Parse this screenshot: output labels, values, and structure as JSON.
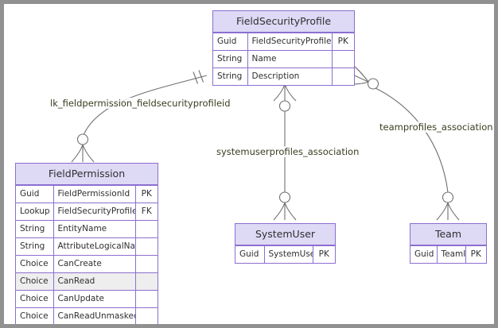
{
  "diagram": {
    "type": "entity-relationship-diagram",
    "background": "#ffffff",
    "frame_color": "#919191",
    "entity_border_color": "#8b6fd0",
    "entity_header_color": "#ded9f4",
    "connector_color": "#70706f",
    "label_color": "#3b3b20"
  },
  "entities": [
    {
      "id": "fieldsecurityprofile",
      "title": "FieldSecurityProfile",
      "attributes": [
        {
          "type": "Guid",
          "name": "FieldSecurityProfileId",
          "key": "PK"
        },
        {
          "type": "String",
          "name": "Name",
          "key": ""
        },
        {
          "type": "String",
          "name": "Description",
          "key": ""
        }
      ]
    },
    {
      "id": "fieldpermission",
      "title": "FieldPermission",
      "attributes": [
        {
          "type": "Guid",
          "name": "FieldPermissionId",
          "key": "PK"
        },
        {
          "type": "Lookup",
          "name": "FieldSecurityProfileId",
          "key": "FK"
        },
        {
          "type": "String",
          "name": "EntityName",
          "key": ""
        },
        {
          "type": "String",
          "name": "AttributeLogicalName",
          "key": ""
        },
        {
          "type": "Choice",
          "name": "CanCreate",
          "key": ""
        },
        {
          "type": "Choice",
          "name": "CanRead",
          "key": "",
          "highlighted": true
        },
        {
          "type": "Choice",
          "name": "CanUpdate",
          "key": ""
        },
        {
          "type": "Choice",
          "name": "CanReadUnmasked",
          "key": ""
        }
      ]
    },
    {
      "id": "systemuser",
      "title": "SystemUser",
      "attributes": [
        {
          "type": "Guid",
          "name": "SystemUserId",
          "key": "PK"
        }
      ]
    },
    {
      "id": "team",
      "title": "Team",
      "attributes": [
        {
          "type": "Guid",
          "name": "TeamID",
          "key": "PK"
        }
      ]
    }
  ],
  "relationships": [
    {
      "id": "rel-fieldpermission",
      "label": "lk_fieldpermission_fieldsecurityprofileid",
      "from": "fieldsecurityprofile",
      "to": "fieldpermission",
      "from_cardinality": "one-and-only-one",
      "to_cardinality": "zero-or-many"
    },
    {
      "id": "rel-systemuser",
      "label": "systemuserprofiles_association",
      "from": "fieldsecurityprofile",
      "to": "systemuser",
      "from_cardinality": "zero-or-many",
      "to_cardinality": "zero-or-many"
    },
    {
      "id": "rel-team",
      "label": "teamprofiles_association",
      "from": "fieldsecurityprofile",
      "to": "team",
      "from_cardinality": "zero-or-many",
      "to_cardinality": "zero-or-many"
    }
  ]
}
